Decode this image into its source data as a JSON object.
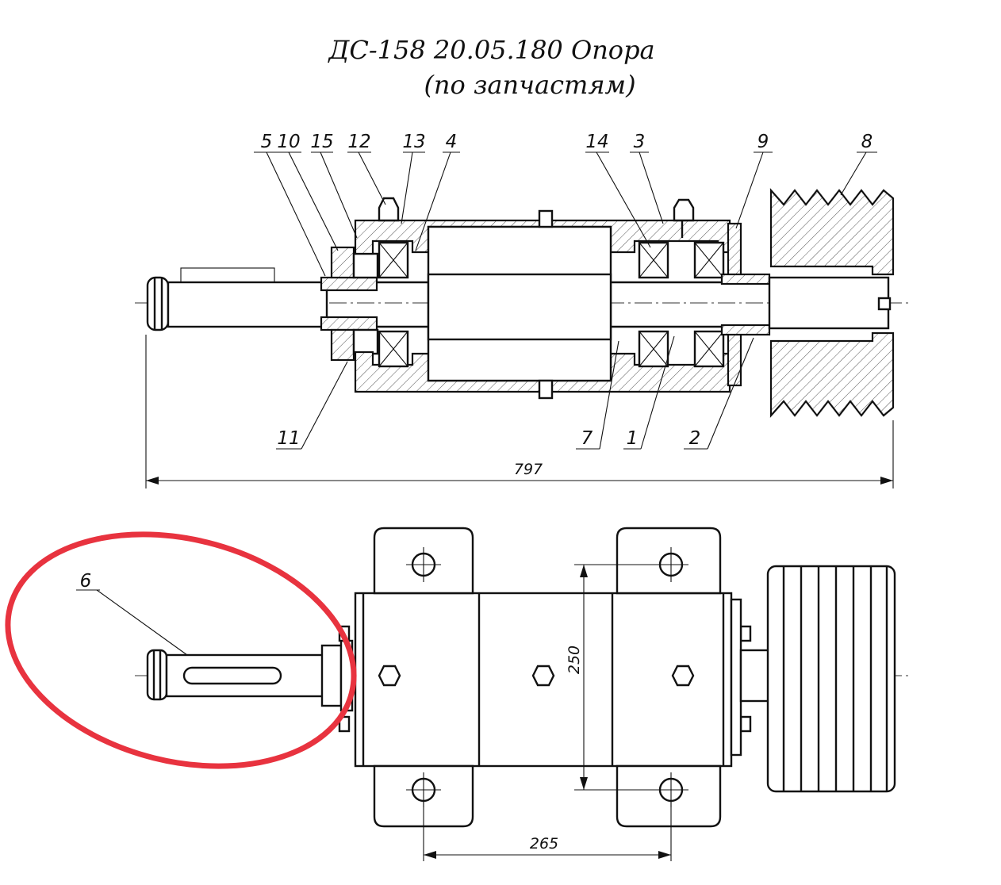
{
  "title": {
    "line1": "ДС-158 20.05.180 Опора",
    "line2": "(по запчастям)"
  },
  "section_view": {
    "callouts": [
      "5",
      "10",
      "15",
      "12",
      "13",
      "4",
      "14",
      "3",
      "9",
      "8",
      "11",
      "7",
      "1",
      "2"
    ],
    "overall_length_dim": "797"
  },
  "plan_view": {
    "callout": "6",
    "height_dim": "250",
    "spacing_dim": "265"
  },
  "highlight": {
    "shape": "ellipse",
    "color": "#e8333f",
    "target": "6"
  }
}
